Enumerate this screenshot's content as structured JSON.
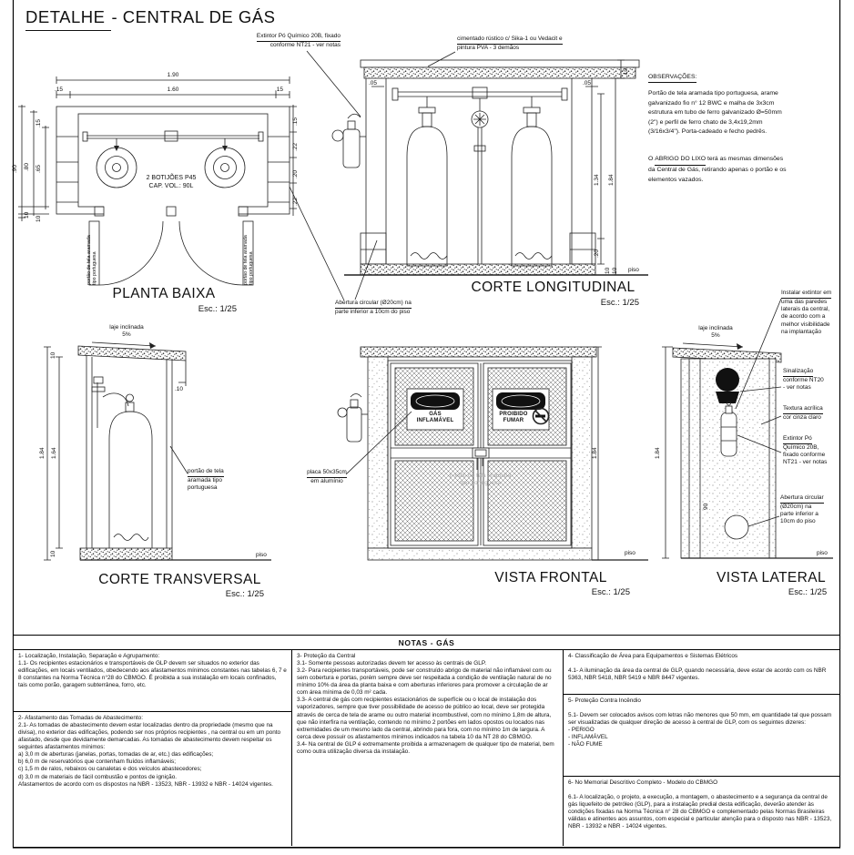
{
  "sheet": {
    "title_word": "DETALHE",
    "title_rest": "- CENTRAL DE GÁS"
  },
  "observacoes": {
    "title": "OBSERVAÇÕES:",
    "p1": "Portão de tela aramada tipo portuguesa, arame\ngalvanizado fio n° 12 BWC e malha de 3x3cm\nestrutura em tubo de ferro galvanizado Ø=50mm\n(2\") e perfil de ferro chato de 3,4x19,2mm\n(3/16x3/4\"). Porta-cadeado e fecho pedrês.",
    "p2_pre": "O ",
    "p2_link": "ABRIGO DO LIXO",
    "p2_post": " terá as mesmas dimensões\nda Central de Gás, retirando apenas o portão e os\nelementos vazados."
  },
  "annotations": {
    "extintor_top_l1": "Extintor Pó Químico 20B, fixado",
    "extintor_top_l2": "conforme NT21 - ver notas",
    "cimentado_l1": "cimentado rústico c/ Sika-1 ou Vedacit e",
    "cimentado_l2": "pintura PVA - 3 demãos",
    "abertura_l1": "Abertura circular (Ø20cm) na",
    "abertura_l2": "parte inferior a 10cm do piso",
    "portao_l1": "portão de tela",
    "portao_rest": "aramada tipo\nportuguesa",
    "placa_l1": "placa 50x35cm",
    "placa_rest": "em alumínio",
    "instalar_l1": "Instalar extintor em",
    "instalar_rest": "uma das paredes\nlaterais da central,\nde acordo com a\nmelhor visibilidade\nna implantação",
    "sinalizacao_l1": "Sinalização",
    "sinalizacao_rest": "conforme NT20\n- ver notas",
    "textura_l1": "Textura acrílica",
    "textura_rest": "cor cinza claro",
    "extintor_lat_l1": "Extintor Pó",
    "extintor_lat_rest": "Químico 20B,\nfixado conforme\nNT21 - ver notas",
    "abertura_lat_l1": "Abertura circular",
    "abertura_lat_rest": "(Ø20cm) na\nparte inferior a\n10cm do piso",
    "laje": "laje inclinada",
    "laje_pct": "5%",
    "door_label": "portão de tela aramada\ntipo portuguesa",
    "piso": "piso"
  },
  "planta": {
    "title": "PLANTA BAIXA",
    "esc": "Esc.: 1/25",
    "botijoes": "2 BOTIJÕES P45",
    "cap": "CAP. VOL.: 90L",
    "dims": {
      "total_w": "1.90",
      "inner_w": "1.60",
      "side_l": ".15",
      "side_r": ".15",
      "depth": ".90",
      "d80": ".80",
      "d65": ".65",
      "d15": ".15",
      "w10a": "10",
      "w10b": "10",
      "r15": ".15",
      "r22a": ".22",
      "r20": ".20",
      "r22b": ".22"
    }
  },
  "corte_long": {
    "title": "CORTE LONGITUDINAL",
    "esc": "Esc.: 1/25",
    "dims": {
      "slab": ".10",
      "edge_r": ".05",
      "edge_l": ".05",
      "pipe_h": "1.34",
      "total_h": "1.84",
      "base": ".20",
      "f10a": "10",
      "f10b": "10"
    }
  },
  "corte_transv": {
    "title": "CORTE TRANSVERSAL",
    "esc": "Esc.: 1/25",
    "dims": {
      "total_h": "1.84",
      "inner_h": "1.64",
      "slab": "10",
      "floor": "10",
      "overhang": ".10"
    }
  },
  "vista_frontal": {
    "title": "VISTA FRONTAL",
    "esc": "Esc.: 1/25",
    "sign_gas_l1": "GÁS",
    "sign_gas_l2": "INFLAMÁVEL",
    "sign_smoke_l1": "PROIBIDO",
    "sign_smoke_l2": "FUMAR",
    "dims": {
      "total_h": "1.84"
    }
  },
  "vista_lateral": {
    "title": "VISTA LATERAL",
    "esc": "Esc.: 1/25",
    "dims": {
      "total_h": "1.84",
      "w90": "90"
    }
  },
  "notes": {
    "header": "NOTAS - GÁS",
    "n1": "1- Localização, Instalação, Separação e Agrupamento:\n1.1- Os recipientes estacionários e transportáveis de GLP devem ser situados no exterior das edificações, em locais ventilados, obedecendo aos afastamentos mínimos constantes nas tabelas 6, 7 e 8 constantes na Norma Técnica n°28 do CBMGO. É proibida a sua instalação em locais confinados, tais como porão, garagem subterrânea, forro, etc.",
    "n2": "2- Afastamento das Tomadas de Abastecimento:\n2.1- As tomadas de abastecimento devem estar localizadas dentro da propriedade (mesmo que na divisa), no exterior das edificações, podendo ser nos próprios recipientes , na central ou em um ponto afastado, desde que devidamente demarcadas. As tomadas de abastecimento devem respeitar os seguintes afastamentos mínimos:\na) 3,0 m de aberturas (janelas, portas, tomadas de ar, etc.) das edificações;\nb) 6,0 m de reservatórios que contenham fluídos inflamáveis;\nc) 1,5 m de ralos, rebaixos ou canaletas e dos veículos abastecedores;\nd) 3,0 m de materiais de fácil combustão e pontos de ignição.\nAfastamentos de acordo com os dispostos na NBR - 13523, NBR - 13932 e NBR - 14024 vigentes.",
    "n3": "3- Proteção da Central\n3.1- Somente pessoas autorizadas devem ter acesso às centrais de GLP.\n3.2- Para recipientes transportáveis, pode ser construído abrigo de material não inflamável com ou sem cobertura e portas, porém sempre deve ser respeitada a condição de ventilação natural de no mínimo 10% da área da planta baixa e com aberturas inferiores para promover a circulação de ar com área mínima de 0,03 m² cada.\n3.3- A central de gás com recipientes estacionários de superfície ou o local de instalação dos vaporizadores, sempre que tiver possibilidade de acesso de público ao local, deve ser protegida através de cerca de tela de arame ou outro material incombustível, com no mínimo 1,8m de altura, que não interfira na ventilação, contendo no mínimo 2 portões em lados opostos ou locados nas extremidades de um mesmo lado da central, abrindo para fora, com no mínimo 1m de largura. A cerca deve possuir os afastamentos mínimos indicados na tabela 10 da NT 28 do CBMGO.\n3.4- Na central de GLP é extremamente proibida a armazenagem de qualquer tipo de material, bem como outra utilização diversa da instalação.",
    "n4": "4- Classificação de Área para Equipamentos e Sistemas Elétricos\n\n4.1- A iluminação da área da central de GLP, quando necessária, deve estar de acordo com os NBR 5363, NBR 5418, NBR 5419 e NBR 8447 vigentes.",
    "n5": "5- Proteção Contra Incêndio\n\n5.1- Devem ser colocados avisos com letras não menores que 50 mm, em quantidade tal que possam ser visualizadas de qualquer direção de acesso à central de GLP, com os seguintes dizeres:\n- PERIGO\n- INFLAMÁVEL\n- NÃO FUME",
    "n6": "6- No Memorial Descritivo Completo - Modelo do CBMGO\n\n6.1- A localização, o projeto, a execução, a montagem, o abastecimento e a segurança da central de gás liquefeito de petróleo (GLP), para a instalação predial desta edificação, deverão atender às condições fixadas na Norma Técnica n° 28 do CBMGO e complementado pelas Normas Brasileiras válidas e atinentes aos assuntos, com especial e particular atenção para o disposto nas NBR - 13523, NBR - 13932 e NBR - 14024 vigentes."
  }
}
